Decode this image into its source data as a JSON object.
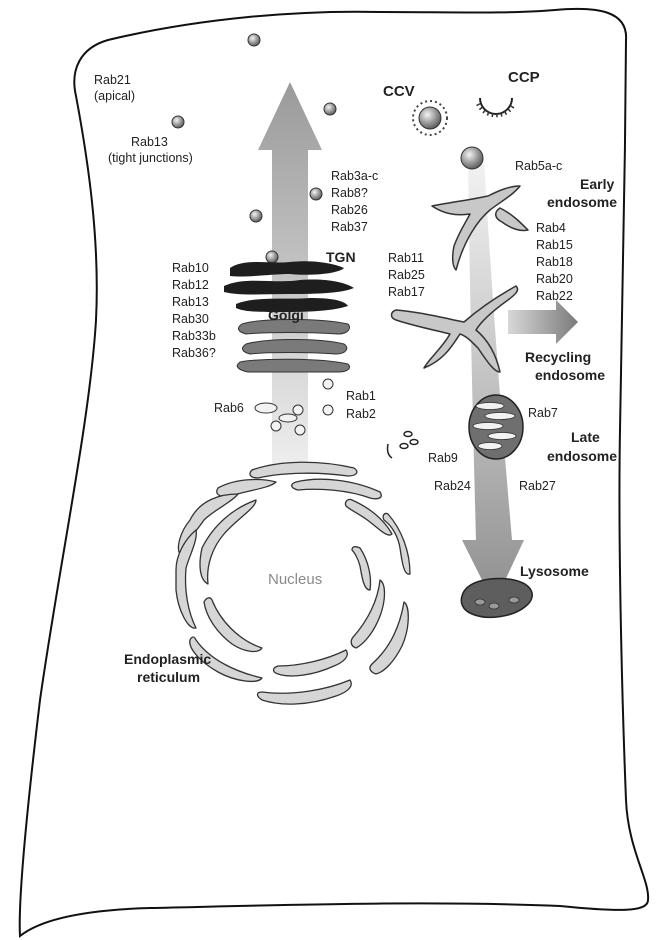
{
  "labels": {
    "rab21": "Rab21",
    "apical": "(apical)",
    "rab13_top": "Rab13",
    "tight_junctions": "(tight junctions)",
    "ccv": "CCV",
    "ccp": "CCP",
    "rab5ac": "Rab5a-c",
    "early": "Early",
    "endosome_early": "endosome",
    "rab3ac": "Rab3a-c",
    "rab8": "Rab8?",
    "rab26": "Rab26",
    "rab37": "Rab37",
    "tgn": "TGN",
    "golgi": "Golgi",
    "golgi_rabs": [
      "Rab10",
      "Rab12",
      "Rab13",
      "Rab30",
      "Rab33b",
      "Rab36?"
    ],
    "tgn_rabs": [
      "Rab11",
      "Rab25",
      "Rab17"
    ],
    "early_rabs": [
      "Rab4",
      "Rab15",
      "Rab18",
      "Rab20",
      "Rab22"
    ],
    "recycling": "Recycling",
    "endosome_recycling": "endosome",
    "rab1": "Rab1",
    "rab2": "Rab2",
    "rab6": "Rab6",
    "rab7": "Rab7",
    "late": "Late",
    "endosome_late": "endosome",
    "rab9": "Rab9",
    "rab24": "Rab24",
    "rab27": "Rab27",
    "lysosome": "Lysosome",
    "nucleus": "Nucleus",
    "er_line1": "Endoplasmic",
    "er_line2": "reticulum"
  }
}
